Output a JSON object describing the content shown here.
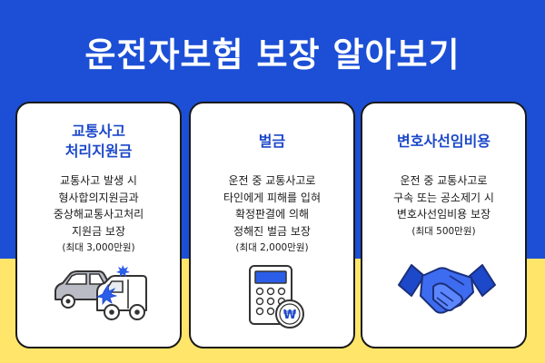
{
  "title": "운전자보험 보장 알아보기",
  "colors": {
    "blue": "#1c4fd6",
    "yellow": "#ffe66a",
    "accent": "#1c48c9"
  },
  "cards": [
    {
      "title_lines": [
        "교통사고",
        "처리지원금"
      ],
      "desc_lines": [
        "교통사고 발생 시",
        "형사합의지원금과",
        "중상해교통사고처리",
        "지원금 보장"
      ],
      "note": "(최대 3,000만원)",
      "icon": "car-crash-icon"
    },
    {
      "title_lines": [
        "벌금"
      ],
      "desc_lines": [
        "운전 중 교통사고로",
        "타인에게 피해를 입혀",
        "확정판결에 의해",
        "정해진 벌금 보장"
      ],
      "note": "(최대 2,000만원)",
      "icon": "calculator-won-icon",
      "coin_symbol": "₩"
    },
    {
      "title_lines": [
        "변호사선임비용"
      ],
      "desc_lines": [
        "운전 중 교통사고로",
        "구속 또는 공소제기 시",
        "변호사선임비용 보장"
      ],
      "note": "(최대 500만원)",
      "icon": "handshake-icon"
    }
  ]
}
